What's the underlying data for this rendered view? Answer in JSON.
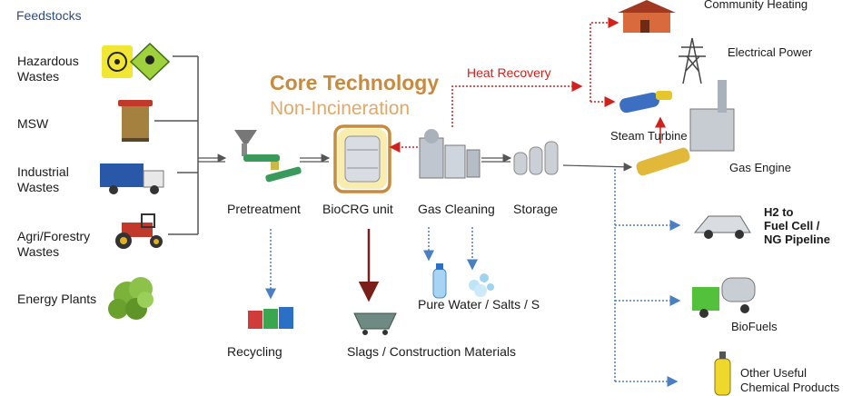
{
  "title": "Feedstocks",
  "feedstocks": [
    "Hazardous\nWastes",
    "MSW",
    "Industrial\nWastes",
    "Agri/Forestry\nWastes",
    "Energy Plants"
  ],
  "core": {
    "title": "Core Technology",
    "subtitle": "Non-Incineration"
  },
  "heat_recovery": "Heat Recovery",
  "process": {
    "pretreatment": "Pretreatment",
    "biocrg": "BioCRG unit",
    "gas_cleaning": "Gas Cleaning",
    "storage": "Storage"
  },
  "byproducts": {
    "recycling": "Recycling",
    "slags": "Slags   / Construction Materials",
    "water": "Pure Water / Salts / S"
  },
  "outputs": {
    "community_heating": "Community Heating",
    "electrical_power": "Electrical  Power",
    "steam_turbine": "Steam Turbine",
    "gas_engine": "Gas Engine",
    "h2": "H2 to\nFuel Cell /\nNG Pipeline",
    "biofuels": "BioFuels",
    "chemicals": "Other Useful\nChemical Products"
  },
  "colors": {
    "core_box": "#c98a3c",
    "core_glow": "#f3e07a",
    "red_arrow": "#d0211c",
    "blue_arrow": "#4a7fc1",
    "brown_arrow": "#7a1f1a",
    "line": "#555555"
  },
  "icons": [
    "biohazard-icon",
    "toxic-icon",
    "trash-bin-icon",
    "garbage-truck-icon",
    "tractor-icon",
    "tree-icon",
    "shredder-conveyor-icon",
    "biocrg-reactor-icon",
    "gas-cleaning-plant-icon",
    "storage-tanks-icon",
    "recycling-bins-icon",
    "slag-cart-icon",
    "water-bottle-icon",
    "water-splash-icon",
    "house-icon",
    "power-pylon-icon",
    "steam-turbine-icon",
    "gas-engine-icon",
    "fuel-cell-car-icon",
    "tanker-truck-icon",
    "gas-cylinder-icon"
  ]
}
